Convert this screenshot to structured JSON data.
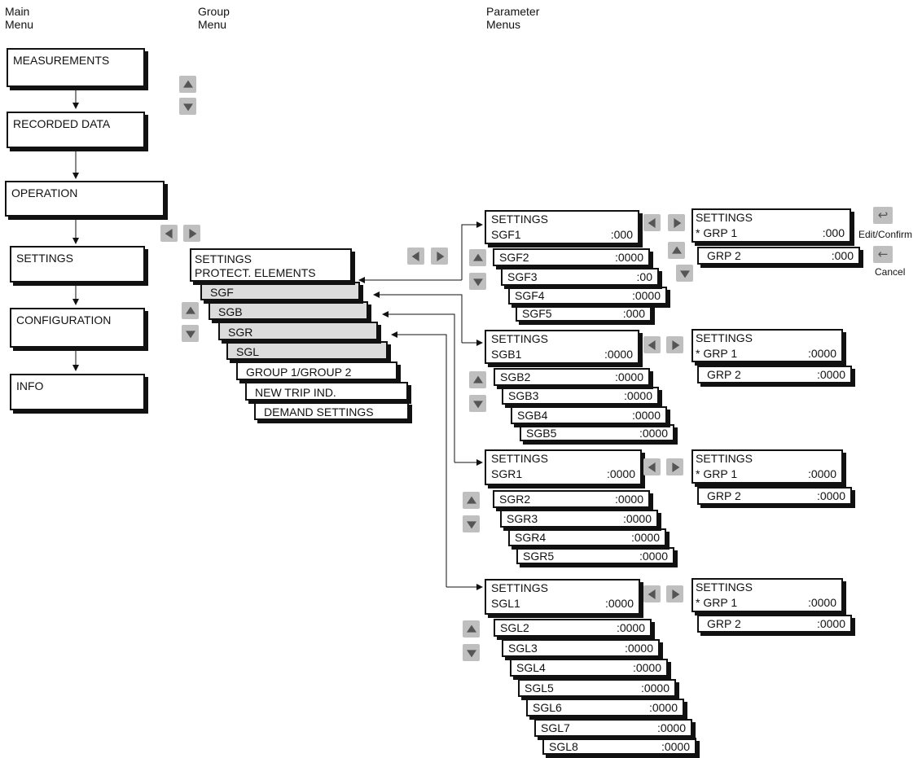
{
  "headers": {
    "main": "Main Menu",
    "group": "Group Menu",
    "parameter": "Parameter Menus"
  },
  "main_menu": [
    "MEASUREMENTS",
    "RECORDED DATA",
    "OPERATION",
    "SETTINGS",
    "CONFIGURATION",
    "INFO"
  ],
  "group_menu": {
    "title_line1": "SETTINGS",
    "title_line2": "PROTECT. ELEMENTS",
    "items": [
      "SGF",
      "SGB",
      "SGR",
      "SGL",
      "GROUP 1/GROUP 2",
      "NEW TRIP IND.",
      "DEMAND SETTINGS"
    ]
  },
  "param_groups": [
    {
      "name": "SGF",
      "header": "SETTINGS",
      "rows": [
        {
          "label": "SGF1",
          "value": ":000"
        },
        {
          "label": "SGF2",
          "value": ":0000"
        },
        {
          "label": "SGF3",
          "value": ":00"
        },
        {
          "label": "SGF4",
          "value": ":0000"
        },
        {
          "label": "SGF5",
          "value": ":000"
        }
      ],
      "group_panel": {
        "header": "SETTINGS",
        "grp1_label": "* GRP 1",
        "grp1_value": ":000",
        "grp2_label": "GRP 2",
        "grp2_value": ":000"
      }
    },
    {
      "name": "SGB",
      "header": "SETTINGS",
      "rows": [
        {
          "label": "SGB1",
          "value": ":0000"
        },
        {
          "label": "SGB2",
          "value": ":0000"
        },
        {
          "label": "SGB3",
          "value": ":0000"
        },
        {
          "label": "SGB4",
          "value": ":0000"
        },
        {
          "label": "SGB5",
          "value": ":0000"
        }
      ],
      "group_panel": {
        "header": "SETTINGS",
        "grp1_label": "* GRP 1",
        "grp1_value": ":0000",
        "grp2_label": "GRP 2",
        "grp2_value": ":0000"
      }
    },
    {
      "name": "SGR",
      "header": "SETTINGS",
      "rows": [
        {
          "label": "SGR1",
          "value": ":0000"
        },
        {
          "label": "SGR2",
          "value": ":0000"
        },
        {
          "label": "SGR3",
          "value": ":0000"
        },
        {
          "label": "SGR4",
          "value": ":0000"
        },
        {
          "label": "SGR5",
          "value": ":0000"
        }
      ],
      "group_panel": {
        "header": "SETTINGS",
        "grp1_label": "* GRP 1",
        "grp1_value": ":0000",
        "grp2_label": "GRP 2",
        "grp2_value": ":0000"
      }
    },
    {
      "name": "SGL",
      "header": "SETTINGS",
      "rows": [
        {
          "label": "SGL1",
          "value": ":0000"
        },
        {
          "label": "SGL2",
          "value": ":0000"
        },
        {
          "label": "SGL3",
          "value": ":0000"
        },
        {
          "label": "SGL4",
          "value": ":0000"
        },
        {
          "label": "SGL5",
          "value": ":0000"
        },
        {
          "label": "SGL6",
          "value": ":0000"
        },
        {
          "label": "SGL7",
          "value": ":0000"
        },
        {
          "label": "SGL8",
          "value": ":0000"
        }
      ],
      "group_panel": {
        "header": "SETTINGS",
        "grp1_label": "* GRP 1",
        "grp1_value": ":0000",
        "grp2_label": "GRP 2",
        "grp2_value": ":0000"
      }
    }
  ],
  "function_keys": {
    "edit_label": "Edit/Confirm",
    "cancel_label": "Cancel",
    "edit_icon": "enter-icon",
    "cancel_icon": "back-icon"
  },
  "key_icons": [
    "up-arrow-icon",
    "down-arrow-icon",
    "left-arrow-icon",
    "right-arrow-icon"
  ],
  "colors": {
    "line": "#111111",
    "key": "#bfbfbf",
    "key_glyph": "#555555",
    "grey_box": "#dcdcdc"
  }
}
